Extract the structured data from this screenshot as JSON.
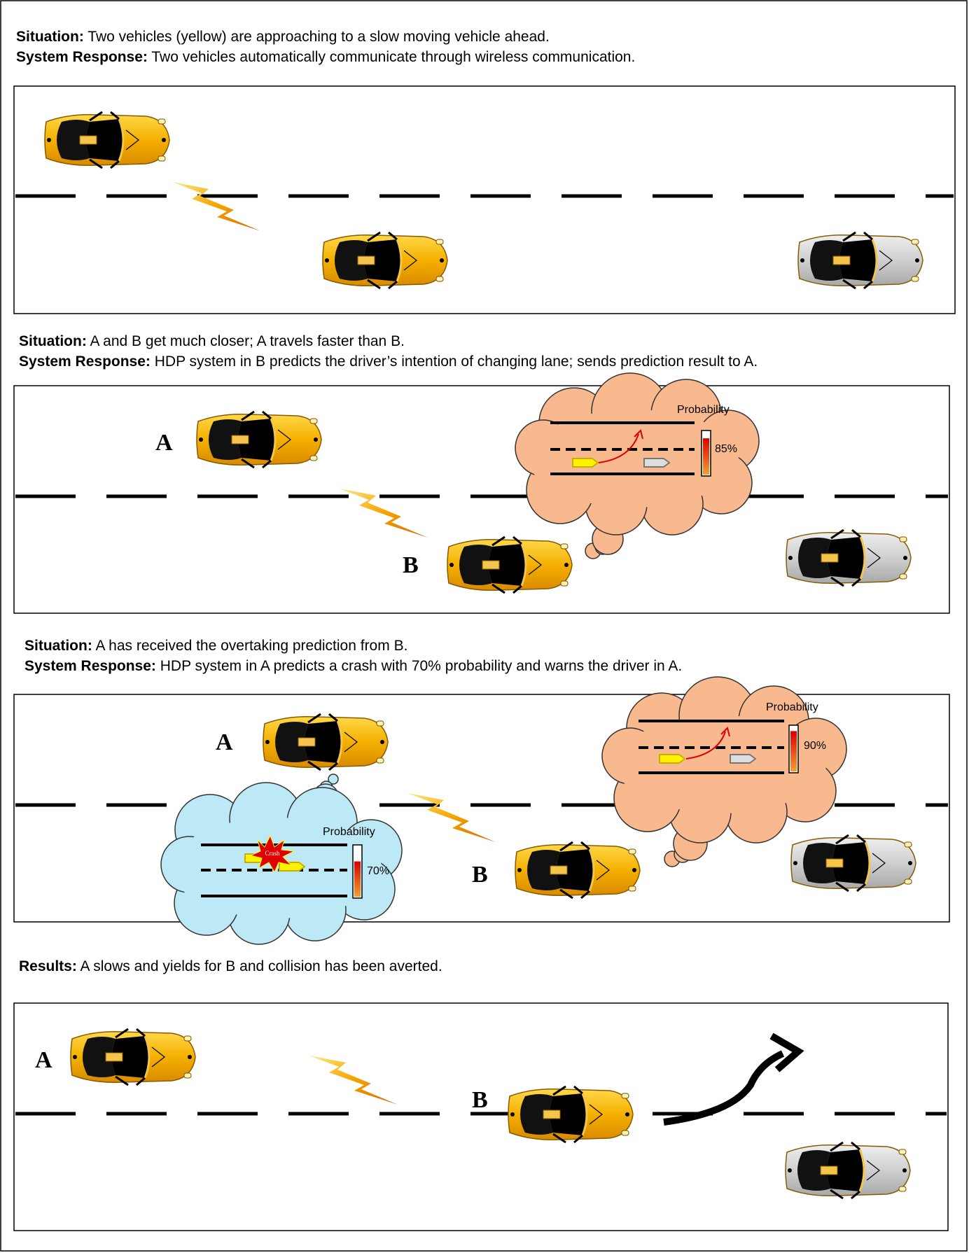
{
  "scene1": {
    "situation_label": "Situation:",
    "situation_text": " Two vehicles (yellow) are approaching to a slow moving vehicle ahead.",
    "response_label": "System Response:",
    "response_text": " Two vehicles automatically communicate through wireless communication."
  },
  "scene2": {
    "situation_label": "Situation:",
    "situation_text": "  A and B get much closer; A travels faster than B.",
    "response_label": "System Response:",
    "response_text": " HDP system in B predicts the driver’s intention of changing lane; sends prediction result to A.",
    "label_a": "A",
    "label_b": "B",
    "bubble_title": "Probability",
    "bubble_percent": "85%",
    "bubble_probability": 0.85
  },
  "scene3": {
    "situation_label": "Situation:",
    "situation_text": " A has received the overtaking prediction from B.",
    "response_label": "System Response:",
    "response_text": " HDP system in A predicts a crash with 70% probability and warns the driver in A.",
    "label_a": "A",
    "label_b": "B",
    "orange_title": "Probability",
    "orange_percent": "90%",
    "orange_probability": 0.9,
    "blue_title": "Probability",
    "blue_percent": "70%",
    "blue_probability": 0.7,
    "crash_text": "Crash"
  },
  "scene4": {
    "results_label": "Results:",
    "results_text": " A slows and yields for B and collision has been averted.",
    "label_a": "A",
    "label_b": "B"
  },
  "colors": {
    "yellow_car": "#f5b000",
    "gray_car": "#c8c8c8",
    "orange_bubble": "#f9b98e",
    "blue_bubble": "#bde9f7",
    "bolt": "#f0a010"
  }
}
